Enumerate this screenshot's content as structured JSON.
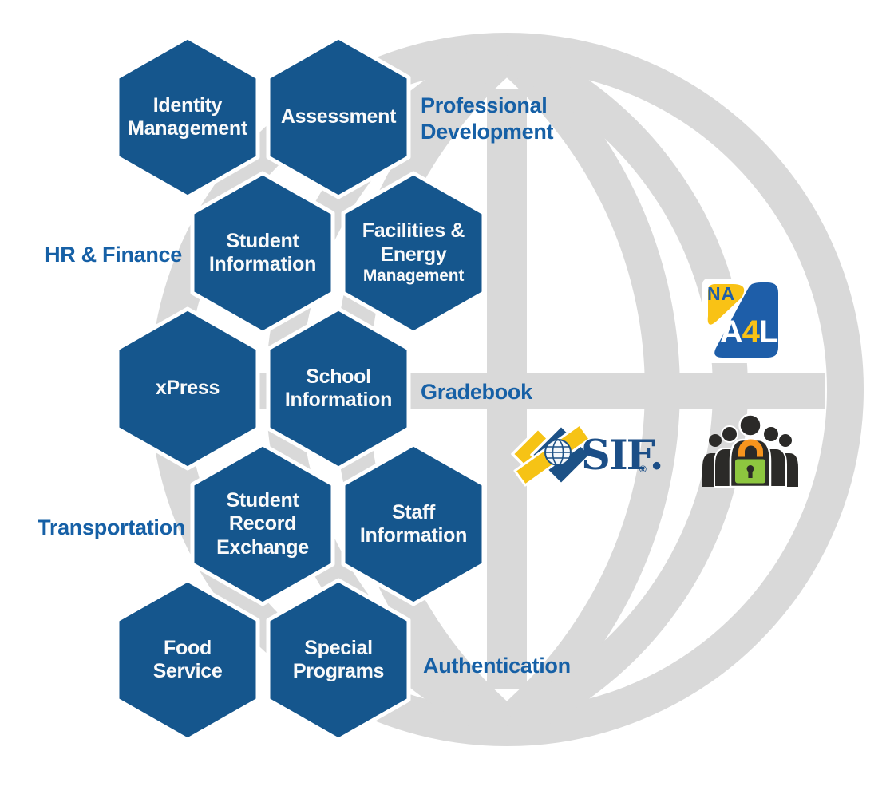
{
  "colors": {
    "hex_fill": "#15568D",
    "hex_border": "#FFFFFF",
    "hex_text": "#FAFAFA",
    "label_blue": "#1660A6",
    "globe_gray": "#D9D9D9",
    "a4l_blue": "#1E5EA9",
    "a4l_yellow": "#F9C215",
    "sif_blue": "#1C5186",
    "sif_yellow": "#F6C315",
    "lock_green": "#8DC63F",
    "lock_orange": "#F7941D",
    "people_dark": "#2B2A28"
  },
  "hexagons": [
    {
      "id": "identity-management",
      "label": "Identity\nManagement",
      "sublabel": ""
    },
    {
      "id": "assessment",
      "label": "Assessment",
      "sublabel": ""
    },
    {
      "id": "student-information",
      "label": "Student\nInformation",
      "sublabel": ""
    },
    {
      "id": "facilities-energy-management",
      "label": "Facilities &\nEnergy",
      "sublabel": "Management"
    },
    {
      "id": "xpress",
      "label": "xPress",
      "sublabel": ""
    },
    {
      "id": "school-information",
      "label": "School\nInformation",
      "sublabel": ""
    },
    {
      "id": "student-record-exchange",
      "label": "Student\nRecord\nExchange",
      "sublabel": ""
    },
    {
      "id": "staff-information",
      "label": "Staff\nInformation",
      "sublabel": ""
    },
    {
      "id": "food-service",
      "label": "Food\nService",
      "sublabel": ""
    },
    {
      "id": "special-programs",
      "label": "Special\nPrograms",
      "sublabel": ""
    }
  ],
  "labels": {
    "professional_development": {
      "text": "Professional\nDevelopment"
    },
    "hr_finance": {
      "text": "HR & Finance"
    },
    "gradebook": {
      "text": "Gradebook"
    },
    "transportation": {
      "text": "Transportation"
    },
    "authentication": {
      "text": "Authentication"
    }
  },
  "a4l_logo": {
    "badge": "NA",
    "letter_a": "A",
    "letter_4": "4",
    "letter_l": "L"
  },
  "sif_logo": {
    "wordmark": "SIF.",
    "registered": "®"
  },
  "icons": {
    "globe_background": "globe-wireframe-icon",
    "sif_globe": "globe-icon",
    "secure_group": "people-with-padlock-icon"
  }
}
